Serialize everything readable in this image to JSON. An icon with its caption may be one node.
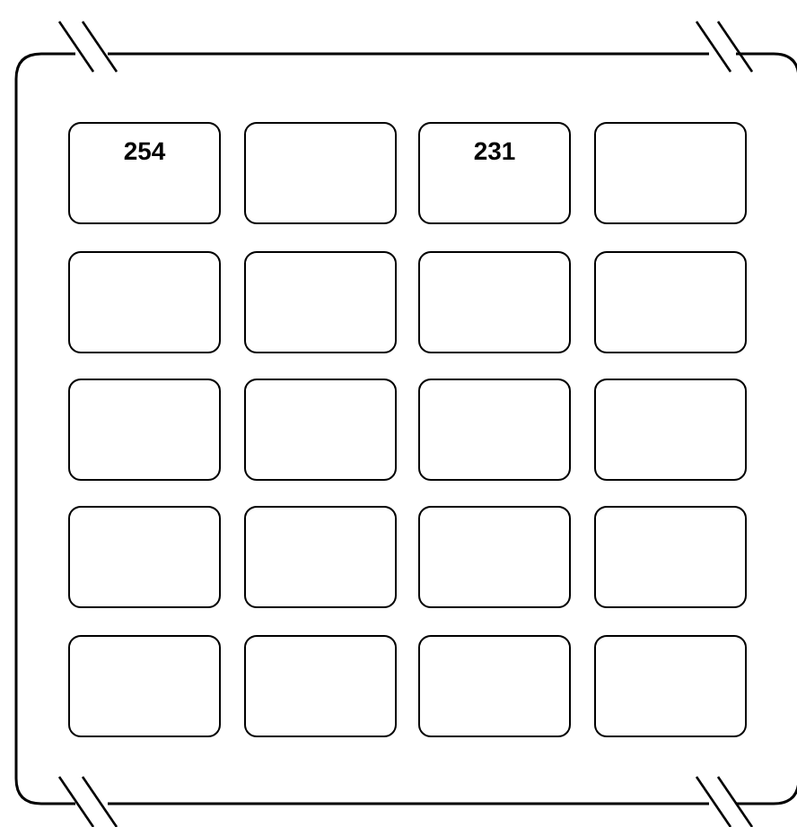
{
  "diagram": {
    "nodes": [
      {
        "text": [],
        "shape": "box"
      },
      {
        "text": [
          "254"
        ],
        "in": 0
      },
      {
        "text": [],
        "shape": "box",
        "in": 0
      },
      {
        "text": [
          "231"
        ],
        "in": 0
      },
      {
        "text": [],
        "shape": "box",
        "in": 0
      },
      {
        "text": [],
        "shape": "box",
        "in": 0
      },
      {
        "text": [],
        "shape": "box",
        "in": 0
      },
      {
        "text": [],
        "shape": "box",
        "in": 0
      },
      {
        "text": [],
        "shape": "box",
        "in": 0
      },
      {
        "text": [],
        "shape": "box",
        "in": 0
      },
      {
        "text": [],
        "shape": "box",
        "in": 0
      },
      {
        "text": [],
        "shape": "box",
        "in": 0
      },
      {
        "text": [],
        "shape": "box",
        "in": 0
      },
      {
        "text": [],
        "shape": "box",
        "in": 0
      },
      {
        "text": [],
        "shape": "box",
        "in": 0
      },
      {
        "text": [],
        "shape": "box",
        "in": 0
      },
      {
        "text": [],
        "shape": "box",
        "in": 0
      },
      {
        "text": [],
        "shape": "box",
        "in": 0
      },
      {
        "text": [],
        "shape": "box",
        "in": 0
      },
      {
        "text": [],
        "shape": "box",
        "in": 0
      },
      {
        "text": [],
        "shape": "box",
        "in": 0
      }
    ]
  }
}
